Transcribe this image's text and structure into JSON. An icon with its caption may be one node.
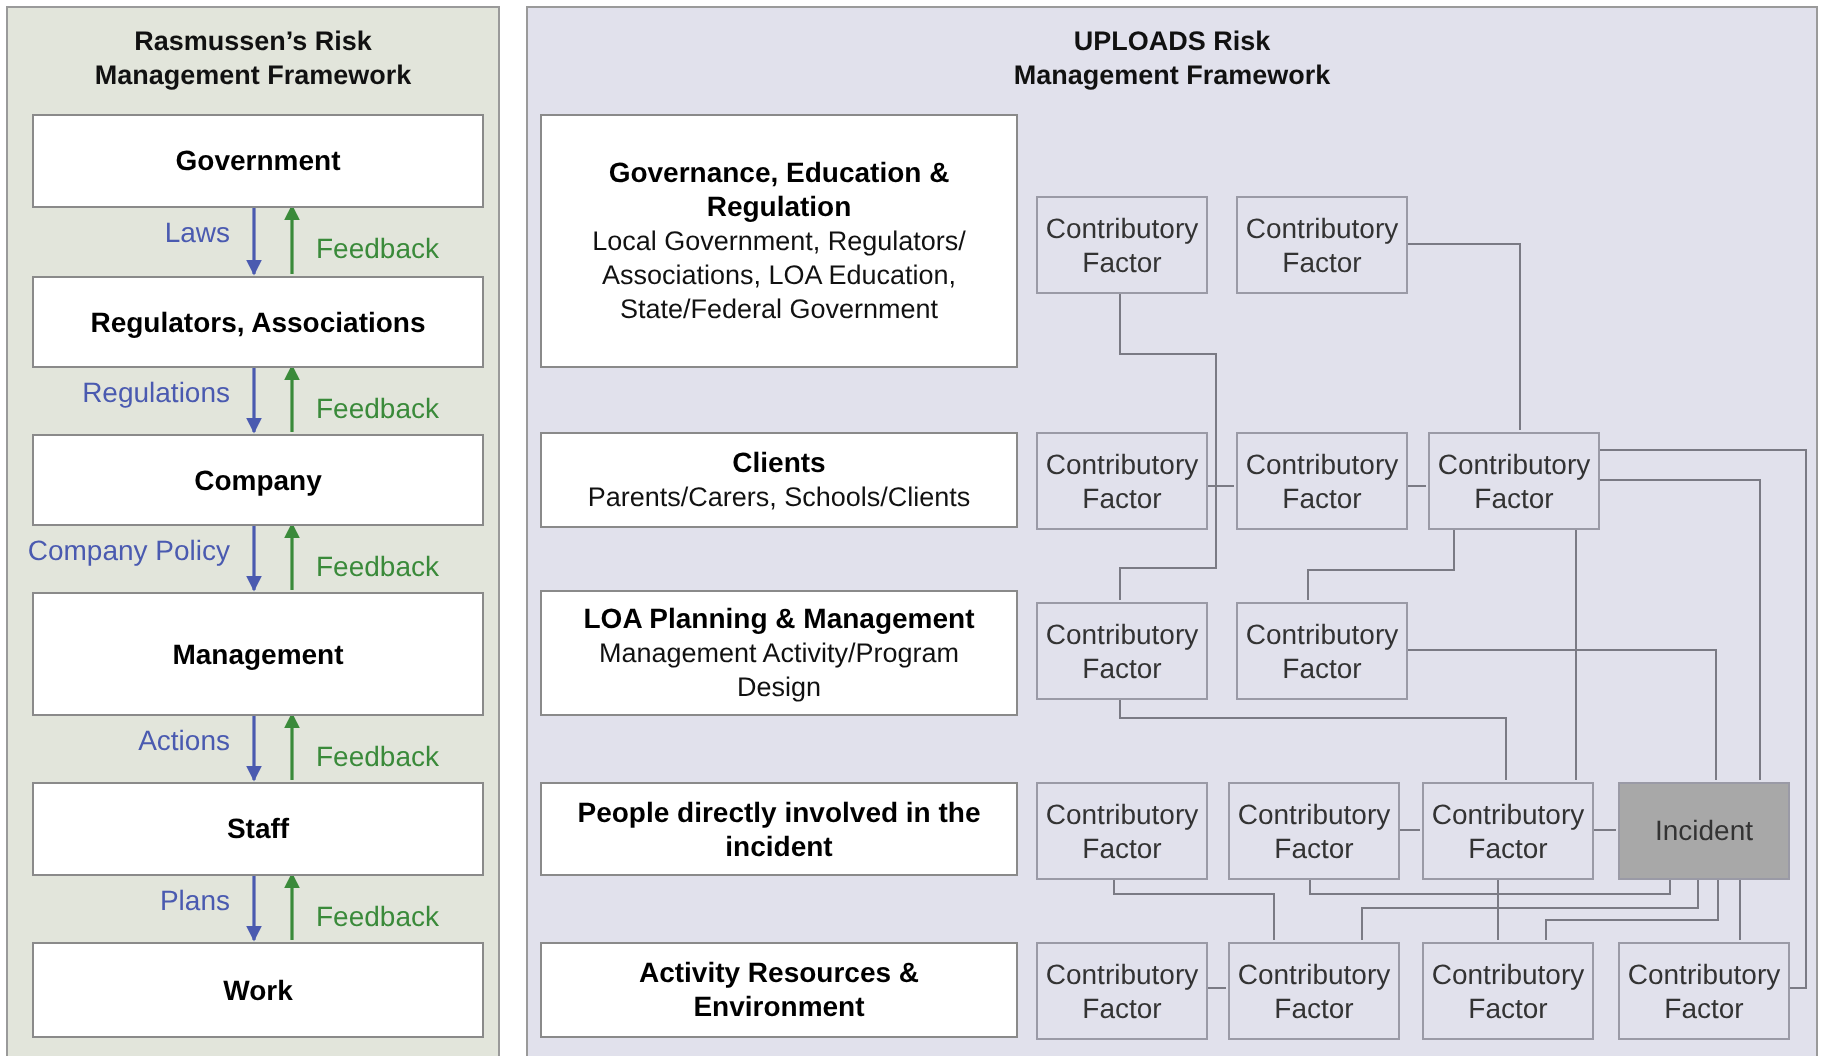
{
  "diagram": {
    "nodes": [
      {
        "text": [
          "Rasmussen’s Risk Management Framework"
        ]
      },
      {
        "text": [
          "Government"
        ],
        "in": 0
      },
      {
        "text": [
          "Regulators, Associations"
        ],
        "in": 0
      },
      {
        "text": [
          "Company"
        ],
        "in": 0
      },
      {
        "text": [
          "Management"
        ],
        "in": 0
      },
      {
        "text": [
          "Staff"
        ],
        "in": 0
      },
      {
        "text": [
          "Work"
        ],
        "in": 0
      },
      {
        "text": [
          "UPLOADS Risk Management Framework"
        ]
      },
      {
        "text": [
          "Governance, Education & Regulation",
          "Local Government, Regulators/ Associations, LOA Education, State/Federal Government"
        ],
        "in": 7
      },
      {
        "text": [
          "Clients",
          "Parents/Carers, Schools/Clients"
        ],
        "in": 7
      },
      {
        "text": [
          "LOA Planning & Management",
          "Management Activity/Program Design"
        ],
        "in": 7
      },
      {
        "text": [
          "People directly involved in the incident"
        ],
        "in": 7
      },
      {
        "text": [
          "Activity Resources & Environment"
        ],
        "in": 7
      },
      {
        "text": [
          "Contributory Factor"
        ],
        "in": 7
      },
      {
        "text": [
          "Contributory Factor"
        ],
        "in": 7
      },
      {
        "text": [
          "Contributory Factor"
        ],
        "in": 7
      },
      {
        "text": [
          "Contributory Factor"
        ],
        "in": 7
      },
      {
        "text": [
          "Contributory Factor"
        ],
        "in": 7
      },
      {
        "text": [
          "Contributory Factor"
        ],
        "in": 7
      },
      {
        "text": [
          "Contributory Factor"
        ],
        "in": 7
      },
      {
        "text": [
          "Contributory Factor"
        ],
        "in": 7
      },
      {
        "text": [
          "Contributory Factor"
        ],
        "in": 7
      },
      {
        "text": [
          "Contributory Factor"
        ],
        "in": 7
      },
      {
        "text": [
          "Incident"
        ],
        "in": 7
      },
      {
        "text": [
          "Contributory Factor"
        ],
        "in": 7
      },
      {
        "text": [
          "Contributory Factor"
        ],
        "in": 7
      },
      {
        "text": [
          "Contributory Factor"
        ],
        "in": 7
      },
      {
        "text": [
          "Contributory Factor"
        ],
        "in": 7
      }
    ],
    "edges": [
      {
        "from": 1,
        "to": 2,
        "arrow": "to",
        "label": "Laws",
        "color": "#4a5ab0"
      },
      {
        "from": 2,
        "to": 1,
        "arrow": "to",
        "label": "Feedback",
        "color": "#3a8a3a"
      },
      {
        "from": 2,
        "to": 3,
        "arrow": "to",
        "label": "Regulations",
        "color": "#4a5ab0"
      },
      {
        "from": 3,
        "to": 2,
        "arrow": "to",
        "label": "Feedback",
        "color": "#3a8a3a"
      },
      {
        "from": 3,
        "to": 4,
        "arrow": "to",
        "label": "Company Policy",
        "color": "#4a5ab0"
      },
      {
        "from": 4,
        "to": 3,
        "arrow": "to",
        "label": "Feedback",
        "color": "#3a8a3a"
      },
      {
        "from": 4,
        "to": 5,
        "arrow": "to",
        "label": "Actions",
        "color": "#4a5ab0"
      },
      {
        "from": 5,
        "to": 4,
        "arrow": "to",
        "label": "Feedback",
        "color": "#3a8a3a"
      },
      {
        "from": 5,
        "to": 6,
        "arrow": "to",
        "label": "Plans",
        "color": "#4a5ab0"
      },
      {
        "from": 6,
        "to": 5,
        "arrow": "to",
        "label": "Feedback",
        "color": "#3a8a3a"
      },
      {
        "from": 13,
        "to": 18,
        "arrow": "none"
      },
      {
        "from": 15,
        "to": 16,
        "arrow": "none"
      },
      {
        "from": 16,
        "to": 17,
        "arrow": "none"
      },
      {
        "from": 14,
        "to": 17,
        "arrow": "none"
      },
      {
        "from": 17,
        "to": 27,
        "arrow": "none"
      },
      {
        "from": 17,
        "to": 23,
        "arrow": "none"
      },
      {
        "from": 17,
        "to": 19,
        "arrow": "none"
      },
      {
        "from": 17,
        "to": 22,
        "arrow": "none"
      },
      {
        "from": 19,
        "to": 23,
        "arrow": "none"
      },
      {
        "from": 18,
        "to": 22,
        "arrow": "none"
      },
      {
        "from": 21,
        "to": 22,
        "arrow": "none"
      },
      {
        "from": 22,
        "to": 23,
        "arrow": "none"
      },
      {
        "from": 20,
        "to": 25,
        "arrow": "none"
      },
      {
        "from": 21,
        "to": 23,
        "arrow": "none"
      },
      {
        "from": 23,
        "to": 25,
        "arrow": "none"
      },
      {
        "from": 22,
        "to": 26,
        "arrow": "none"
      },
      {
        "from": 23,
        "to": 26,
        "arrow": "none"
      },
      {
        "from": 23,
        "to": 27,
        "arrow": "none"
      },
      {
        "from": 24,
        "to": 25,
        "arrow": "none"
      }
    ]
  }
}
